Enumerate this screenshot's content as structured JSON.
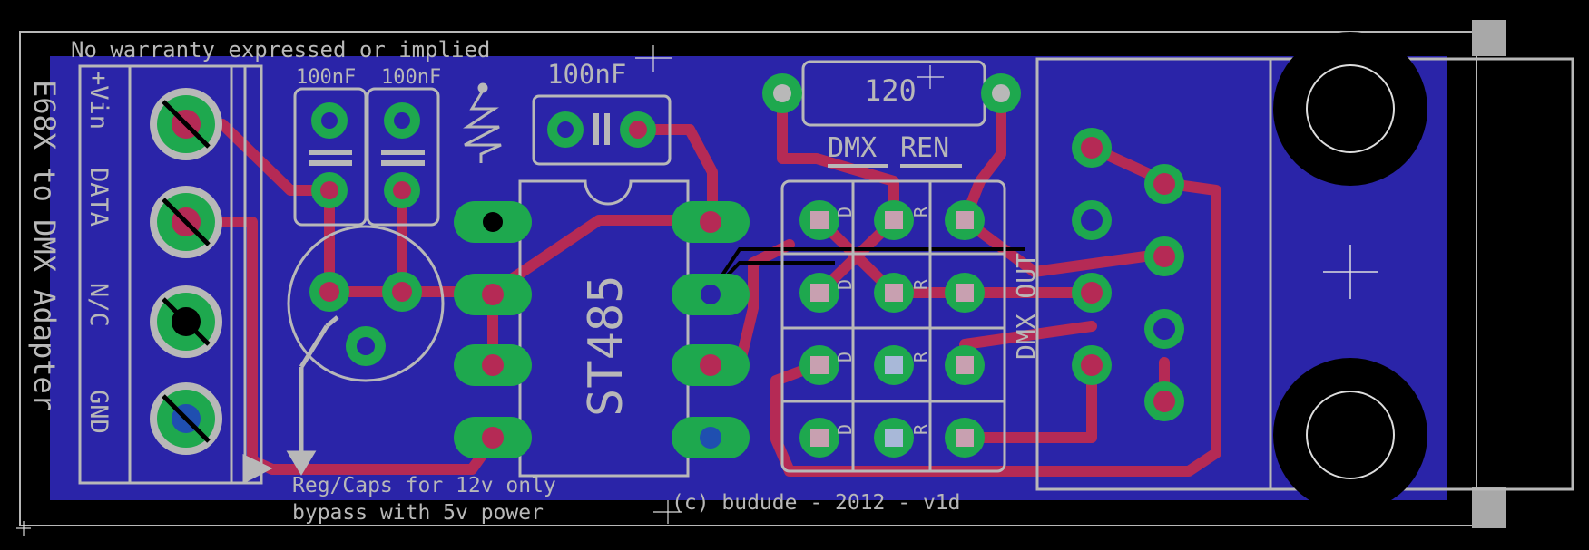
{
  "texts": {
    "warranty": "No warranty expressed or implied",
    "side_title": "E68X to DMX Adapter",
    "term_vin": "+Vin",
    "term_data": "DATA",
    "term_nc": "N/C",
    "term_gnd": "GND",
    "cap1": "100nF",
    "cap2": "100nF",
    "cap3": "100nF",
    "chip": "ST485",
    "resistor": "120",
    "jumper_dmx": "DMX",
    "jumper_ren": "REN",
    "dmx_out": "DMX OUT",
    "note_line1": "Reg/Caps for 12v only",
    "note_line2": "bypass with 5v power",
    "credits": "(c) budude - 2012 - v1d",
    "header_labels": [
      "D",
      "R"
    ]
  },
  "colors": {
    "background": "#000000",
    "copper_bottom": "#2a24a8",
    "copper_top": "#b52a55",
    "pad_green": "#1ea84e",
    "silkscreen": "#b8b8b8",
    "drill": "#000000"
  }
}
